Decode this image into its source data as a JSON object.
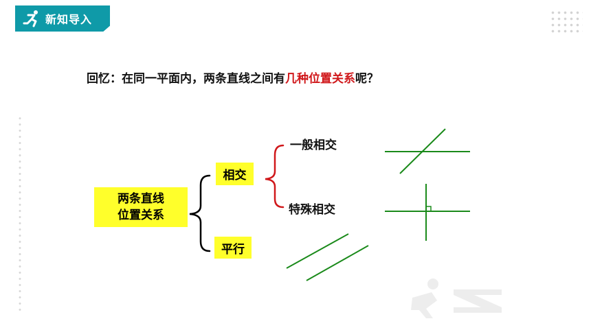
{
  "header": {
    "title": "新知导入",
    "icon": "running-figure-icon",
    "accent_color": "#0f9aa8"
  },
  "question": {
    "prefix": "回忆：在同一平面内，两条直线之间有",
    "highlight": "几种位置关系",
    "suffix": "呢？",
    "highlight_color": "#d0181b"
  },
  "diagram": {
    "root": {
      "line1": "两条直线",
      "line2": "位置关系"
    },
    "branches": {
      "intersect": "相交",
      "parallel": "平行"
    },
    "sub_branches": {
      "general": "一般相交",
      "special": "特殊相交"
    },
    "box_color": "#ffff2b",
    "bracket_color_black": "#000000",
    "bracket_color_red": "#d0181b",
    "line_color": "#1a8a1a"
  }
}
